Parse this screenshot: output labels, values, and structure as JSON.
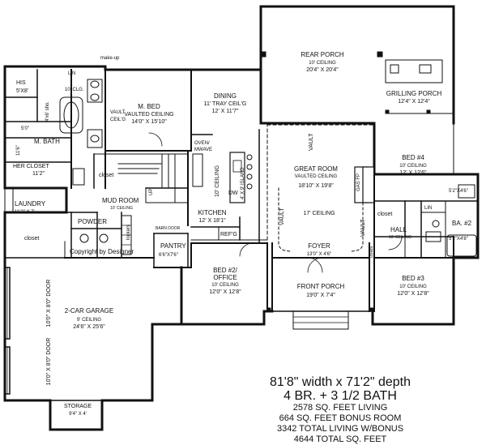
{
  "rooms": {
    "rear_porch": {
      "name": "REAR PORCH",
      "ceiling": "10' CEILING",
      "dims": "20'4\" X 20'4\""
    },
    "grilling_porch": {
      "name": "GRILLING PORCH",
      "dims": "12'4\" X 12'4\""
    },
    "dining": {
      "name": "DINING",
      "ceiling": "11' TRAY CEIL'G",
      "dims": "12' X 11'7\""
    },
    "master_bed": {
      "name": "M. BED",
      "ceiling": "VAULTED CEILING",
      "dims": "14'0\" X 15'10\""
    },
    "his_closet": {
      "name": "HIS",
      "dims": "5'X8'"
    },
    "shower": {
      "label": "4'x6' sho."
    },
    "vault_ceil": {
      "line1": "VAULT",
      "line2": "CEIL'G"
    },
    "clg10": {
      "label": "10' CLG."
    },
    "lin_top": {
      "label": "LIN"
    },
    "makeup": {
      "label": "make-up"
    },
    "dim_5_0": {
      "label": "5'0\""
    },
    "dim_11_6": {
      "label": "11'6\""
    },
    "master_bath": {
      "name": "M. BATH"
    },
    "her_closet": {
      "name": "HER CLOSET",
      "dims": "11'2\""
    },
    "closet_mid": {
      "label": "closet"
    },
    "laundry": {
      "name": "LAUNDRY",
      "dims": "11'2\" X 7'"
    },
    "mud_room": {
      "name": "MUD ROOM",
      "ceiling": "10' CEILING"
    },
    "up": {
      "label": "UP"
    },
    "powder": {
      "name": "POWDER"
    },
    "closet_garage": {
      "label": "closet"
    },
    "lockers": {
      "label": "lockers"
    },
    "oven": {
      "line1": "OVEN/",
      "line2": "MWAVE"
    },
    "kitchen_ceiling": {
      "label": "10' CEILING"
    },
    "dw": {
      "label": "DW"
    },
    "island": {
      "label": "4' X 9' ISLAND"
    },
    "kitchen": {
      "name": "KITCHEN",
      "dims": "12' X 18'1\""
    },
    "barn_door": {
      "label": "BARN DOOR"
    },
    "pantry": {
      "name": "PANTRY",
      "dims": "6'6\"X7'6\""
    },
    "refg": {
      "label": "REF'G"
    },
    "copyright": {
      "label": "Copyright by Designer"
    },
    "bed2": {
      "name": "BED #2/",
      "name2": "OFFICE",
      "ceiling": "10' CEILING",
      "dims": "12'0\" X 12'8\""
    },
    "garage": {
      "name": "2-CAR GARAGE",
      "ceiling": "9' CEILING",
      "dims": "24'6\" X 25'6\""
    },
    "door1": {
      "label": "10'0\" X 8'0\" DOOR"
    },
    "door2": {
      "label": "10'0\" X 8'0\" DOOR"
    },
    "storage": {
      "name": "STORAGE",
      "dims": "9'4\" X 4'"
    },
    "great_room": {
      "name": "GREAT ROOM",
      "ceiling": "VAULTED CEILING",
      "dims": "18'10\" X 19'8\""
    },
    "vault_gr": {
      "label": "VAULT"
    },
    "vault_left": {
      "label": "VAULT"
    },
    "vault_right": {
      "label": "VAULT"
    },
    "ceiling17": {
      "label": "17' CEILING"
    },
    "gas_fp": {
      "label": "GAS FP"
    },
    "foyer": {
      "name": "FOYER",
      "dims": "13'0\" X 4'6\""
    },
    "coats": {
      "label": "coats"
    },
    "front_porch": {
      "name": "FRONT PORCH",
      "dims": "19'0\" X 7'4\""
    },
    "bed4": {
      "name": "BED #4",
      "ceiling": "10' CEILING",
      "dims": "12' X 12'6\""
    },
    "dim_5_2_4_6": {
      "label": "5'2\"X4'6\""
    },
    "closet_hall": {
      "label": "closet"
    },
    "hall": {
      "name": "HALL",
      "ceiling": "10' CEILING"
    },
    "lin_right": {
      "label": "LIN"
    },
    "ba2": {
      "name": "BA. #2"
    },
    "dim_5_2_4_8": {
      "label": "5'2\"X4'8\""
    },
    "bed3": {
      "name": "BED #3",
      "ceiling": "10' CEILING",
      "dims": "12'0\" X 12'8\""
    }
  },
  "stats": {
    "dimensions": "81'8\" width x 71'2\" depth",
    "bedrooms": "4 BR. + 3 1/2 BATH",
    "living": "2578 SQ. FEET LIVING",
    "bonus": "664 SQ. FEET BONUS ROOM",
    "total_bonus": "3342 TOTAL LIVING W/BONUS",
    "total": "4644 TOTAL SQ. FEET"
  }
}
